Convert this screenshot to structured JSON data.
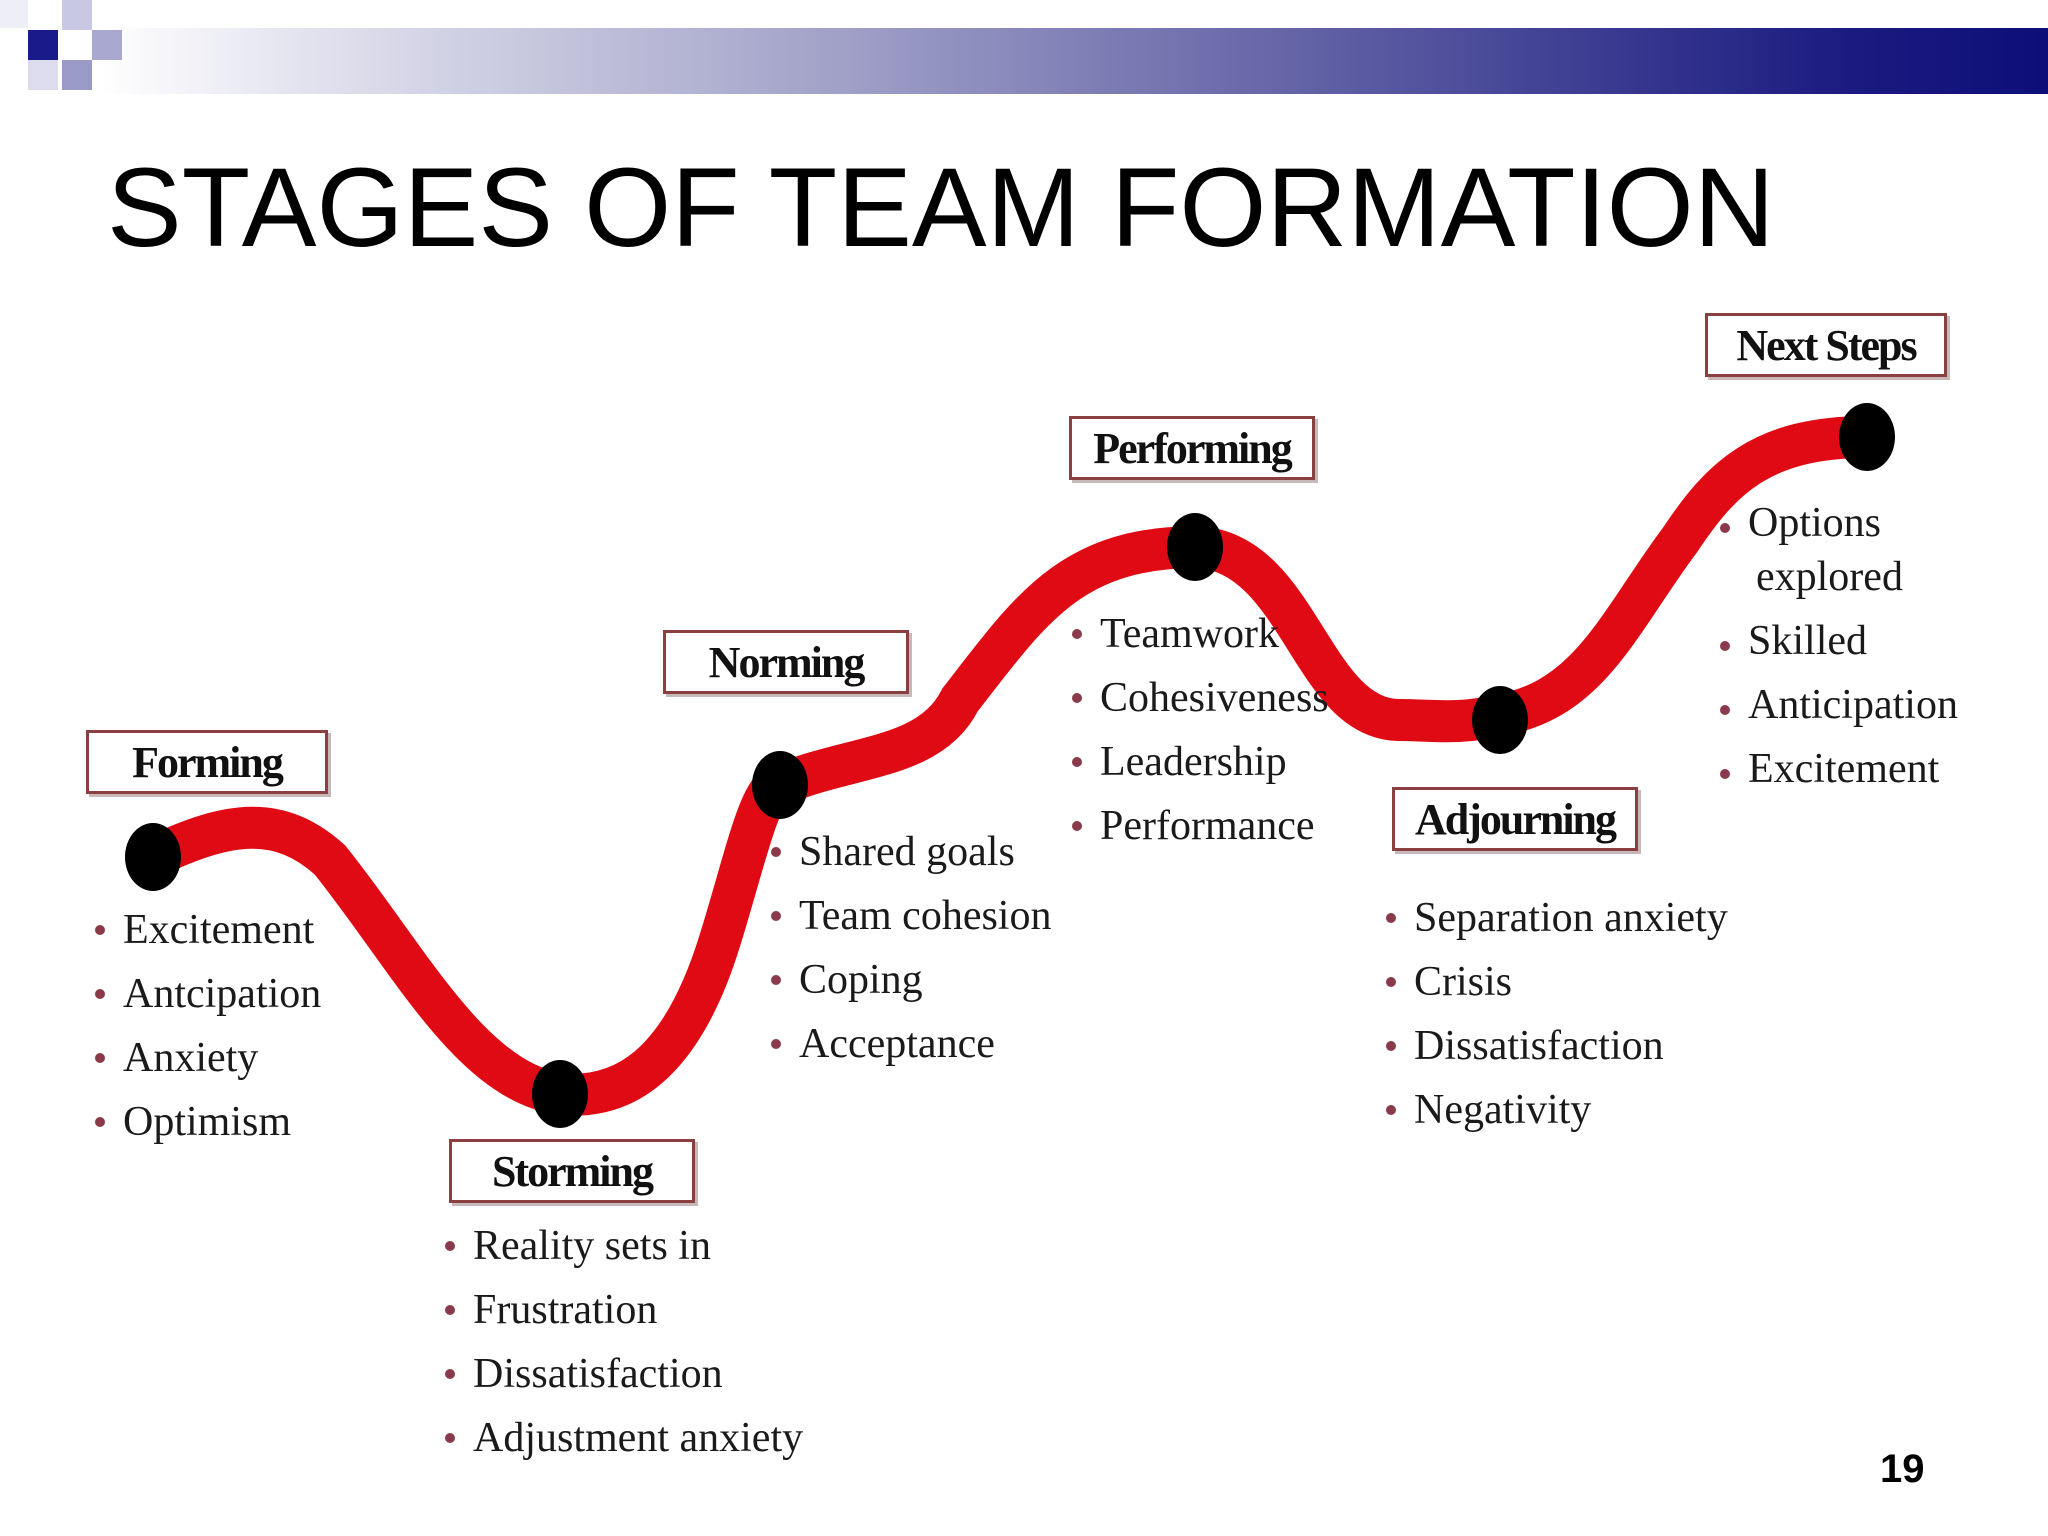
{
  "slide": {
    "title": "STAGES OF TEAM FORMATION",
    "page_number": "19"
  },
  "colors": {
    "curve": "#e00a14",
    "node": "#000000",
    "header_dark": "#0e0e78",
    "bullet": "#8a3a4a"
  },
  "stages": [
    {
      "label": "Forming",
      "items": [
        "Excitement",
        "Antcipation",
        "Anxiety",
        "Optimism"
      ]
    },
    {
      "label": "Storming",
      "items": [
        "Reality sets in",
        "Frustration",
        "Dissatisfaction",
        "Adjustment anxiety"
      ]
    },
    {
      "label": "Norming",
      "items": [
        "Shared goals",
        "Team cohesion",
        "Coping",
        "Acceptance"
      ]
    },
    {
      "label": "Performing",
      "items": [
        "Teamwork",
        "Cohesiveness",
        "Leadership",
        "Performance"
      ]
    },
    {
      "label": "Adjourning",
      "items": [
        "Separation anxiety",
        "Crisis",
        "Dissatisfaction",
        "Negativity"
      ]
    },
    {
      "label": "Next Steps",
      "items": [
        "Options",
        "explored",
        "Skilled",
        "Anticipation",
        "Excitement"
      ]
    }
  ]
}
